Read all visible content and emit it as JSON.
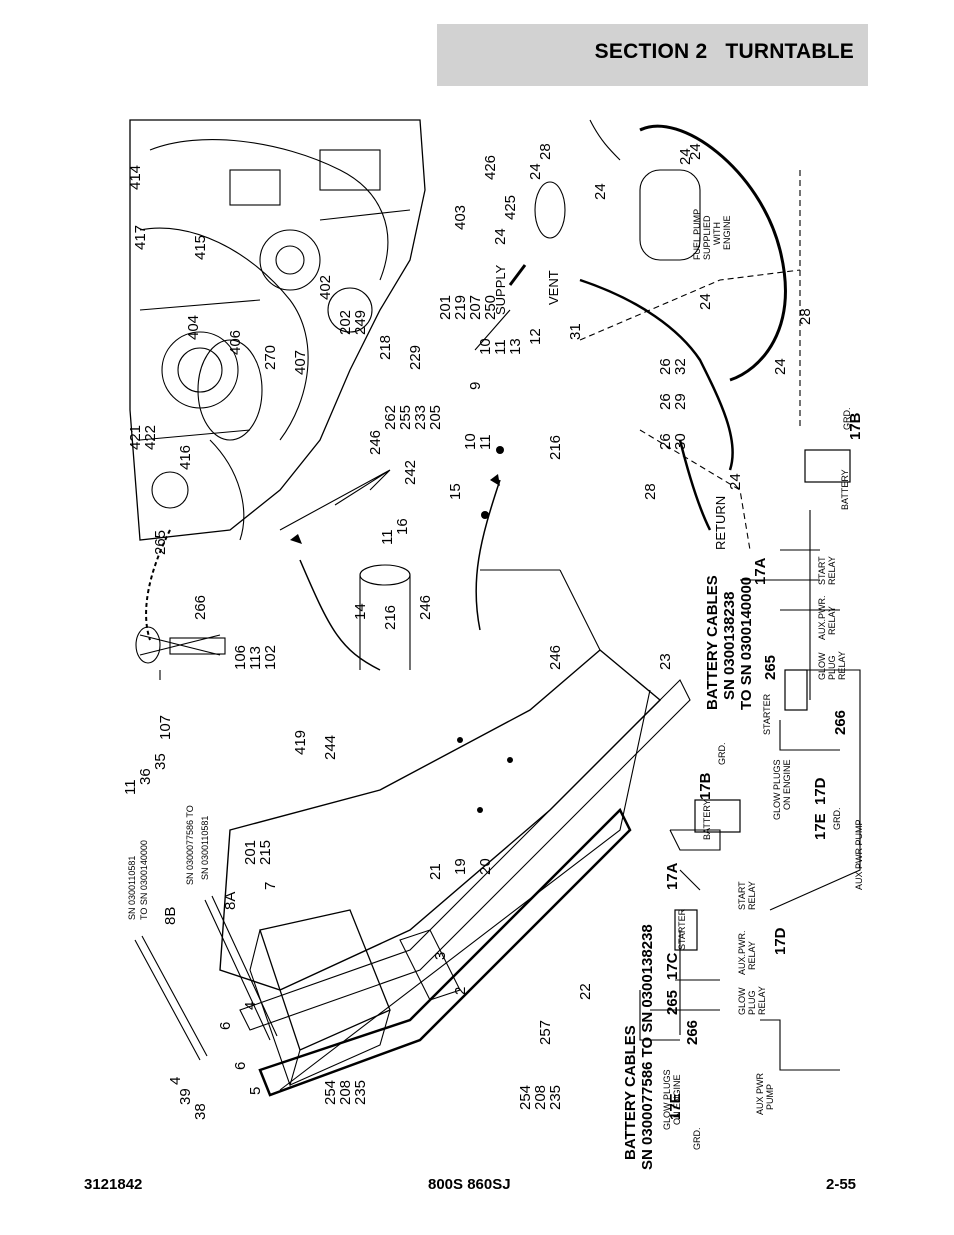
{
  "header": {
    "section_title": "SECTION 2   TURNTABLE"
  },
  "footer": {
    "left": "3121842",
    "center": "800S 860SJ",
    "right": "2-55"
  },
  "callouts": {
    "c414": "414",
    "c417": "417",
    "c415": "415",
    "c404": "404",
    "c406": "406",
    "c421": "421",
    "c422": "422",
    "c416": "416",
    "c270": "270",
    "c402": "402",
    "c407": "407",
    "c403": "403",
    "c426": "426",
    "c425": "425",
    "c28a": "28",
    "c24a": "24",
    "c24b": "24",
    "c24c": "24",
    "c24d": "24",
    "c265a": "265",
    "c266a": "266",
    "c106": "106",
    "c113": "113",
    "c102": "102",
    "c107": "107",
    "c11a": "11",
    "c36": "36",
    "c35": "35",
    "c419": "419",
    "c244": "244",
    "c201a": "201",
    "c215": "215",
    "c7": "7",
    "c8a": "8A",
    "c8b": "8B",
    "c4a": "4",
    "c6a": "6",
    "c6b": "6",
    "c5": "5",
    "c4b": "4",
    "c39": "39",
    "c38": "38",
    "c3": "3",
    "c2": "2",
    "c21": "21",
    "c19": "19",
    "c20": "20",
    "c22": "22",
    "c257": "257",
    "c254a": "254",
    "c208a": "208",
    "c235a": "235",
    "c254b": "254",
    "c208b": "208",
    "c235b": "235",
    "c14": "14",
    "c216a": "216",
    "c246a": "246",
    "c246b": "246",
    "c246c": "246",
    "c11b": "11",
    "c16": "16",
    "c15": "15",
    "c242": "242",
    "c262": "262",
    "c255": "255",
    "c233": "233",
    "c205": "205",
    "c218": "218",
    "c229": "229",
    "c202": "202",
    "c249": "249",
    "c201b": "201",
    "c219": "219",
    "c207": "207",
    "c250": "250",
    "c10a": "10",
    "c11c": "11",
    "c13": "13",
    "c12": "12",
    "c9": "9",
    "c10b": "10",
    "c11d": "11",
    "c216b": "216",
    "c23": "23",
    "c31": "31",
    "c26a": "26",
    "c32": "32",
    "c26b": "26",
    "c29": "29",
    "c26c": "26",
    "c30": "30",
    "c28b": "28",
    "c24e": "24",
    "c24f": "24",
    "c24g": "24",
    "c28c": "28",
    "c24h": "24"
  },
  "notes": {
    "sn_range_a1": "SN 0300110581",
    "sn_range_a2": "TO SN 0300140000",
    "sn_range_b1": "SN 0300077586 TO",
    "sn_range_b2": "SN 0300110581",
    "supply": "SUPPLY",
    "vent": "VENT",
    "return": "RETURN",
    "fuel_pump1": "FUEL PUMP",
    "fuel_pump2": "SUPPLIED",
    "fuel_pump3": "WITH",
    "fuel_pump4": "ENGINE"
  },
  "schematic_left": {
    "title1": "BATTERY CABLES",
    "title2": "SN 0300077586 TO SN 0300138238",
    "l17a": "17A",
    "l17b": "17B",
    "l17c": "17C",
    "l17d": "17D",
    "l17e": "17E",
    "l265": "265",
    "l266": "266",
    "battery": "BATTERY",
    "grd1": "GRD.",
    "grd2": "GRD.",
    "starter": "STARTER",
    "start1": "START",
    "start2": "RELAY",
    "aux1": "AUX.PWR.",
    "aux2": "RELAY",
    "glow1": "GLOW",
    "glow2": "PLUG",
    "glow3": "RELAY",
    "glowpl1": "GLOW PLUGS",
    "glowpl2": "ON ENGINE",
    "pump1": "AUX PWR",
    "pump2": "PUMP"
  },
  "schematic_right": {
    "title1": "BATTERY CABLES",
    "title2": "SN 0300138238",
    "title3": "TO SN 0300140000",
    "l17a": "17A",
    "l17b": "17B",
    "l17b2": "17B",
    "l17d": "17D",
    "l17e": "17E",
    "l265": "265",
    "l266": "266",
    "battery": "BATTERY",
    "battery2": "BATTERY",
    "grd1": "GRD.",
    "grd2": "GRD.",
    "grd3": "GRD.",
    "starter": "STARTER",
    "start1": "START",
    "start2": "RELAY",
    "aux1": "AUX.PWR.",
    "aux2": "RELAY",
    "glow1": "GLOW",
    "glow2": "PLUG",
    "glow3": "RELAY",
    "glowpl1": "GLOW PLUGS",
    "glowpl2": "ON ENGINE",
    "pump": "AUX PWR PUMP"
  }
}
